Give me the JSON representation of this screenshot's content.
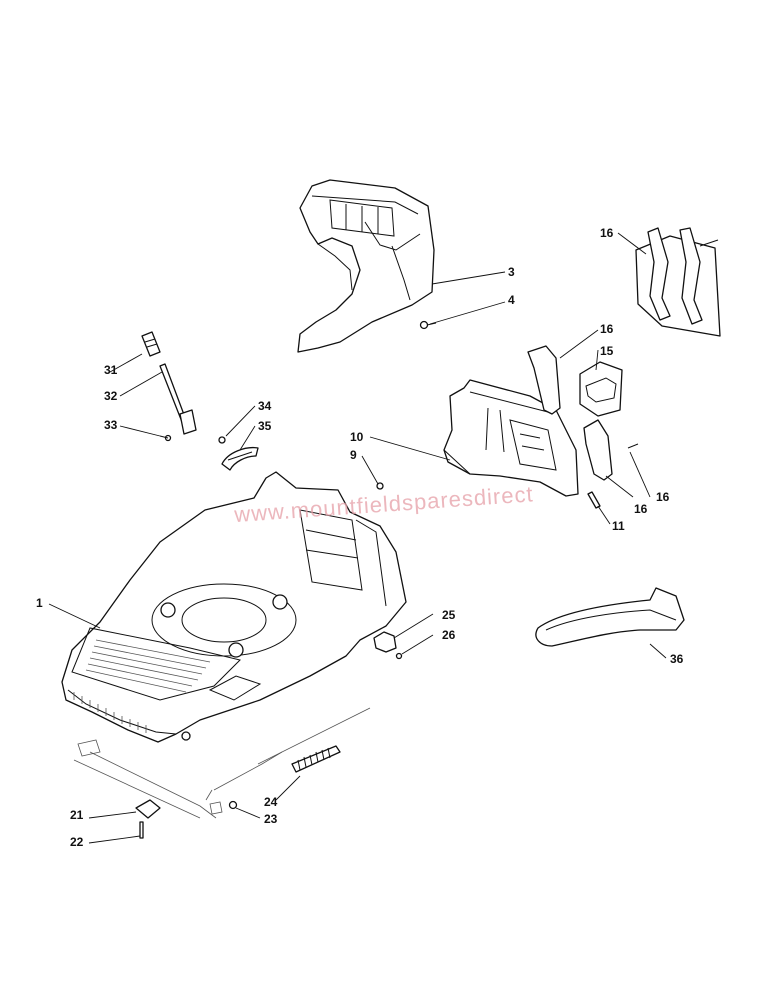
{
  "watermark": "www.mountfieldsparesdirect",
  "callouts": [
    {
      "id": "c1",
      "label": "1"
    },
    {
      "id": "c3",
      "label": "3"
    },
    {
      "id": "c4",
      "label": "4"
    },
    {
      "id": "c9",
      "label": "9"
    },
    {
      "id": "c10",
      "label": "10"
    },
    {
      "id": "c11",
      "label": "11"
    },
    {
      "id": "c15",
      "label": "15"
    },
    {
      "id": "c16a",
      "label": "16"
    },
    {
      "id": "c16b",
      "label": "16"
    },
    {
      "id": "c16c",
      "label": "16"
    },
    {
      "id": "c16d",
      "label": "16"
    },
    {
      "id": "c21",
      "label": "21"
    },
    {
      "id": "c22",
      "label": "22"
    },
    {
      "id": "c23",
      "label": "23"
    },
    {
      "id": "c24",
      "label": "24"
    },
    {
      "id": "c25",
      "label": "25"
    },
    {
      "id": "c26",
      "label": "26"
    },
    {
      "id": "c31",
      "label": "31"
    },
    {
      "id": "c32",
      "label": "32"
    },
    {
      "id": "c33",
      "label": "33"
    },
    {
      "id": "c34",
      "label": "34"
    },
    {
      "id": "c35",
      "label": "35"
    },
    {
      "id": "c36",
      "label": "36"
    }
  ]
}
